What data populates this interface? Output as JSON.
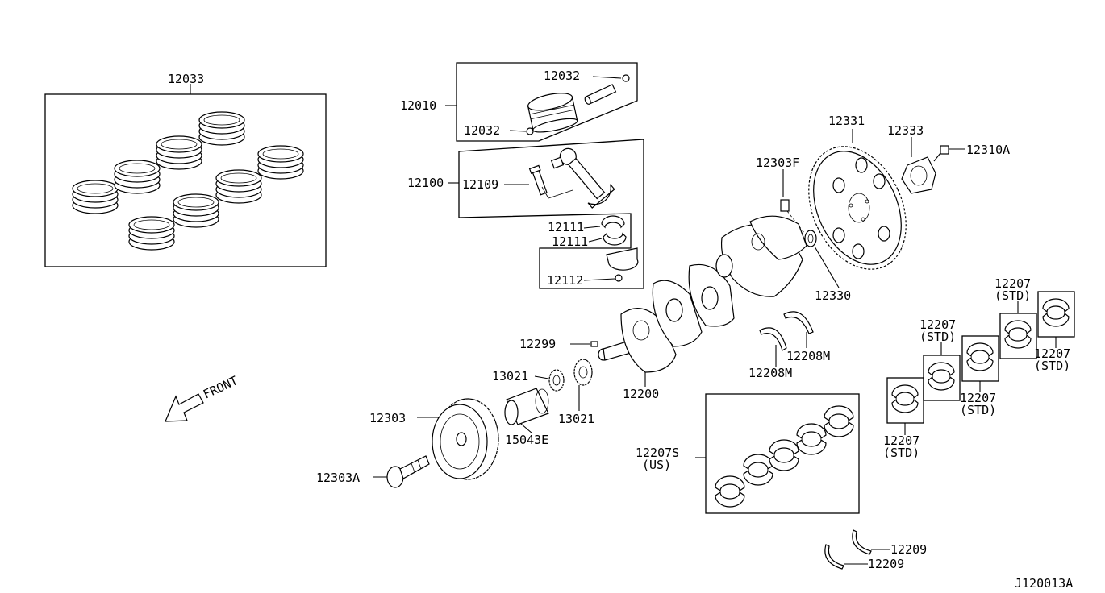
{
  "diagram_id": "J120013A",
  "front_label": "FRONT",
  "labels": {
    "p12033": "12033",
    "p12010": "12010",
    "p12032_top": "12032",
    "p12032_bot": "12032",
    "p12100": "12100",
    "p12109": "12109",
    "p12111_a": "12111",
    "p12111_b": "12111",
    "p12112": "12112",
    "p12331": "12331",
    "p12333": "12333",
    "p12310A": "12310A",
    "p12303F": "12303F",
    "p12330": "12330",
    "p12299": "12299",
    "p13021_a": "13021",
    "p13021_b": "13021",
    "p12200": "12200",
    "p12208M_a": "12208M",
    "p12208M_b": "12208M",
    "p12303": "12303",
    "p15043E": "15043E",
    "p12303A": "12303A",
    "p12207S": "12207S",
    "p12207S_sub": "(US)",
    "p12207_1": "12207",
    "p12207_1_sub": "(STD)",
    "p12207_2": "12207",
    "p12207_2_sub": "(STD)",
    "p12207_3": "12207",
    "p12207_3_sub": "(STD)",
    "p12207_4": "12207",
    "p12207_4_sub": "(STD)",
    "p12207_5": "12207",
    "p12207_5_sub": "(STD)",
    "p12209_a": "12209",
    "p12209_b": "12209"
  }
}
